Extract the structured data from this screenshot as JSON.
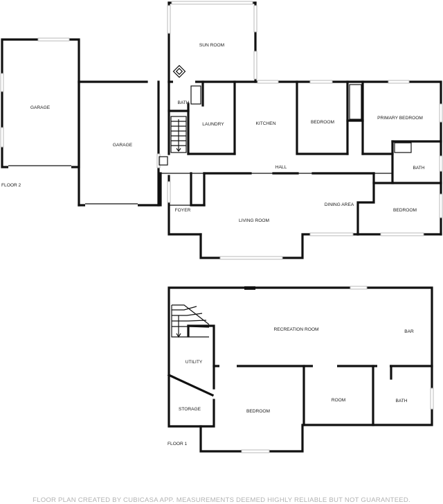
{
  "floors": {
    "floor2": {
      "label": "FLOOR 2",
      "rooms": {
        "sun_room": "SUN ROOM",
        "garage_left": "GARAGE",
        "garage_main": "GARAGE",
        "bath_small": "BATH",
        "laundry": "LAUNDRY",
        "kitchen": "KITCHEN",
        "bedroom_1": "BEDROOM",
        "primary_bedroom": "PRIMARY BEDROOM",
        "hall": "HALL",
        "bath_primary": "BATH",
        "foyer": "FOYER",
        "living_room": "LIVING ROOM",
        "dining_area": "DINING AREA",
        "bedroom_2": "BEDROOM"
      }
    },
    "floor1": {
      "label": "FLOOR 1",
      "rooms": {
        "recreation_room": "RECREATION ROOM",
        "bar": "BAR",
        "utility": "UTILITY",
        "storage": "STORAGE",
        "bedroom": "BEDROOM",
        "room": "ROOM",
        "bath": "BATH"
      }
    }
  },
  "footer": "FLOOR PLAN CREATED BY CUBICASA APP. MEASUREMENTS DEEMED HIGHLY RELIABLE BUT NOT GUARANTEED."
}
